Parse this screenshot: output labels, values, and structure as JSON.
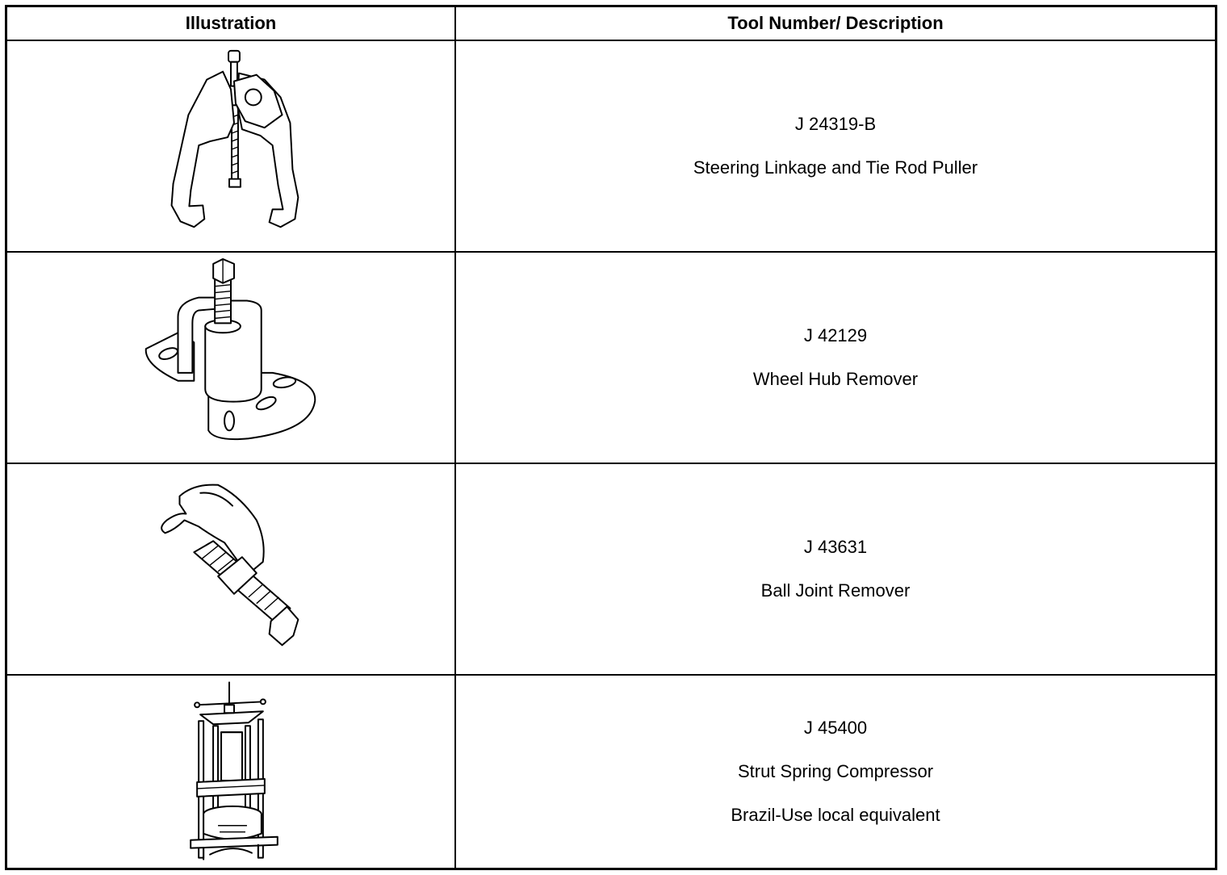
{
  "table": {
    "headers": {
      "illustration": "Illustration",
      "description": "Tool Number/ Description"
    },
    "rows": [
      {
        "icon": "tie-rod-puller-icon",
        "lines": [
          "J 24319-B",
          "Steering Linkage and Tie Rod Puller"
        ]
      },
      {
        "icon": "wheel-hub-remover-icon",
        "lines": [
          "J 42129",
          "Wheel Hub Remover"
        ]
      },
      {
        "icon": "ball-joint-remover-icon",
        "lines": [
          "J 43631",
          "Ball Joint Remover"
        ]
      },
      {
        "icon": "strut-spring-compressor-icon",
        "lines": [
          "J 45400",
          "Strut Spring Compressor",
          "Brazil-Use local equivalent"
        ]
      }
    ]
  }
}
